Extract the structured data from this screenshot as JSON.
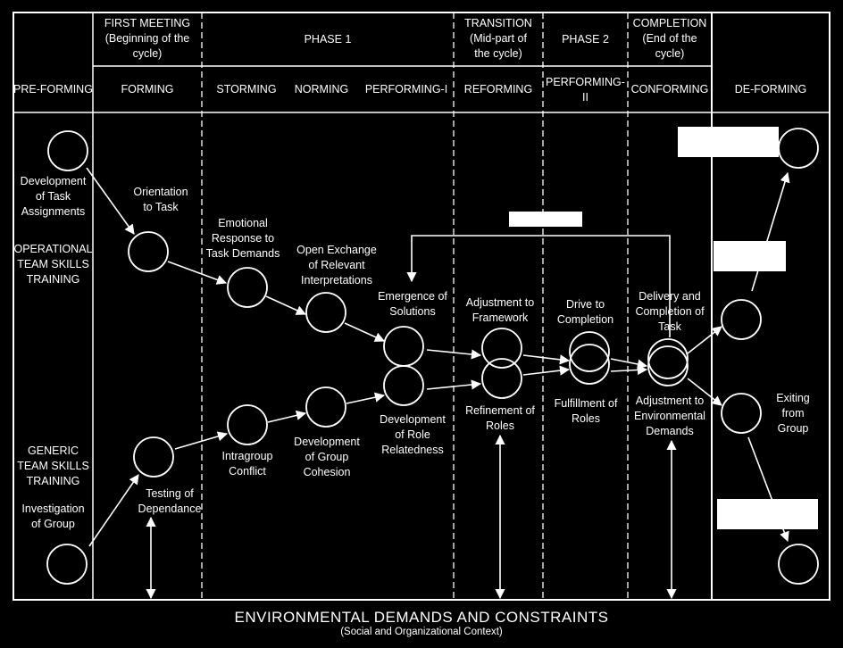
{
  "headers": {
    "first_meeting": "FIRST MEETING\n(Beginning of the\ncycle)",
    "phase1": "PHASE 1",
    "transition": "TRANSITION\n(Mid-part of\nthe cycle)",
    "phase2": "PHASE 2",
    "completion": "COMPLETION\n(End of the\ncycle)"
  },
  "stages": {
    "pre_forming": "PRE-FORMING",
    "forming": "FORMING",
    "storming": "STORMING",
    "norming": "NORMING",
    "performing_1": "PERFORMING-I",
    "reforming": "REFORMING",
    "performing_2": "PERFORMING-\nII",
    "conforming": "CONFORMING",
    "de_forming": "DE-FORMING"
  },
  "labels": {
    "dev_task_assign": "Development\nof Task\nAssignments",
    "op_training": "OPERATIONAL\nTEAM SKILLS\nTRAINING",
    "generic_training": "GENERIC\nTEAM SKILLS\nTRAINING",
    "investigation": "Investigation\nof Group",
    "orientation": "Orientation\nto Task",
    "testing": "Testing of\nDependance",
    "emotional": "Emotional\nResponse to\nTask Demands",
    "intragroup": "Intragroup\nConflict",
    "open_exchange": "Open Exchange\nof Relevant\nInterpretations",
    "group_cohesion": "Development\nof Group\nCohesion",
    "emergence": "Emergence of\nSolutions",
    "role_relatedness": "Development\nof Role\nRelatedness",
    "adj_framework": "Adjustment to\nFramework",
    "refinement": "Refinement of\nRoles",
    "drive": "Drive to\nCompletion",
    "fulfillment": "Fulfillment of\nRoles",
    "delivery": "Delivery and\nCompletion of\nTask",
    "adj_env": "Adjustment to\nEnvironmental\nDemands",
    "exiting": "Exiting\nfrom\nGroup"
  },
  "footer": {
    "title": "ENVIRONMENTAL  DEMANDS AND CONSTRAINTS",
    "subtitle": "(Social and Organizational Context)"
  }
}
